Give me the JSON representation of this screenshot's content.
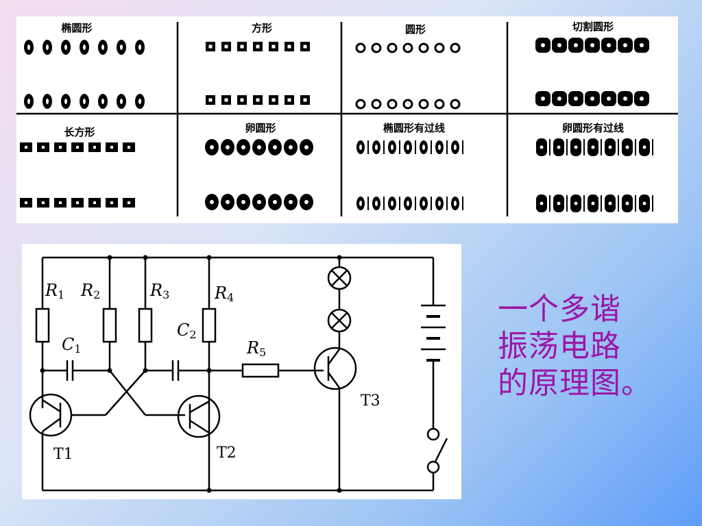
{
  "panel_titles": [
    "椭圆形",
    "方形",
    "圆形",
    "切割圆形",
    "长方形",
    "卵圆形",
    "椭圆形有过线",
    "卵圆形有过线"
  ],
  "circuit": {
    "resistors": [
      "R",
      "R",
      "R",
      "R",
      "R"
    ],
    "resistor_subs": [
      "1",
      "2",
      "3",
      "4",
      "5"
    ],
    "capacitors": [
      "C",
      "C"
    ],
    "capacitor_subs": [
      "1",
      "2"
    ],
    "transistors": [
      "T1",
      "T2",
      "T3"
    ]
  },
  "caption_lines": [
    "一个多谐",
    "振荡电路",
    "的原理图。"
  ]
}
